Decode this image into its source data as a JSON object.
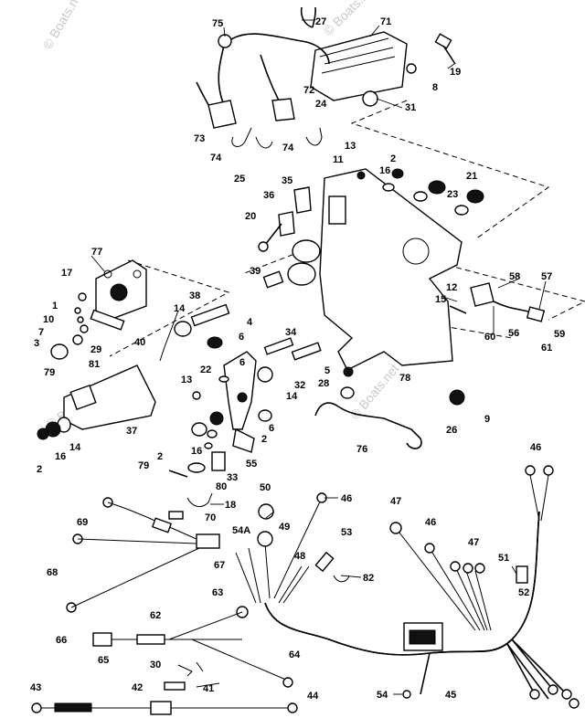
{
  "watermark": "© Boats.net",
  "labels": {
    "l75": "75",
    "l27": "27",
    "l71": "71",
    "l19": "19",
    "l8": "8",
    "l31": "31",
    "l72": "72",
    "l24": "24",
    "l73": "73",
    "l74a": "74",
    "l74b": "74",
    "l25": "25",
    "l13a": "13",
    "l11": "11",
    "l16a": "16",
    "l2a": "2",
    "l21": "21",
    "l23": "23",
    "l35": "35",
    "l36": "36",
    "l20": "20",
    "l77": "77",
    "l39": "39",
    "l17": "17",
    "l1": "1",
    "l10": "10",
    "l7": "7",
    "l3": "3",
    "l29": "29",
    "l81": "81",
    "l79a": "79",
    "l38": "38",
    "l14a": "14",
    "l4": "4",
    "l40": "40",
    "l6a": "6",
    "l34": "34",
    "l13b": "13",
    "l22": "22",
    "l6b": "6",
    "l32": "32",
    "l14b": "14",
    "l5": "5",
    "l28": "28",
    "l78": "78",
    "l58": "58",
    "l57": "57",
    "l12": "12",
    "l15": "15",
    "l60": "60",
    "l56": "56",
    "l61": "61",
    "l59": "59",
    "l9": "9",
    "l26": "26",
    "l76": "76",
    "l37": "37",
    "l16b": "16",
    "l14c": "14",
    "l2b": "2",
    "l6c": "6",
    "l2c": "2",
    "l16c": "16",
    "l2d": "2",
    "l55": "55",
    "l33": "33",
    "l79b": "79",
    "l80": "80",
    "l50": "50",
    "l46a": "46",
    "l18": "18",
    "l70": "70",
    "l69": "69",
    "l54A": "54A",
    "l49": "49",
    "l47": "47",
    "l46b": "46",
    "l46c": "46",
    "l47b": "47",
    "l53": "53",
    "l48": "48",
    "l82": "82",
    "l67": "67",
    "l68": "68",
    "l51": "51",
    "l52": "52",
    "l63": "63",
    "l62": "62",
    "l66": "66",
    "l65": "65",
    "l64": "64",
    "l30": "30",
    "l42": "42",
    "l41": "41",
    "l43": "43",
    "l44": "44",
    "l54": "54",
    "l45": "45"
  }
}
